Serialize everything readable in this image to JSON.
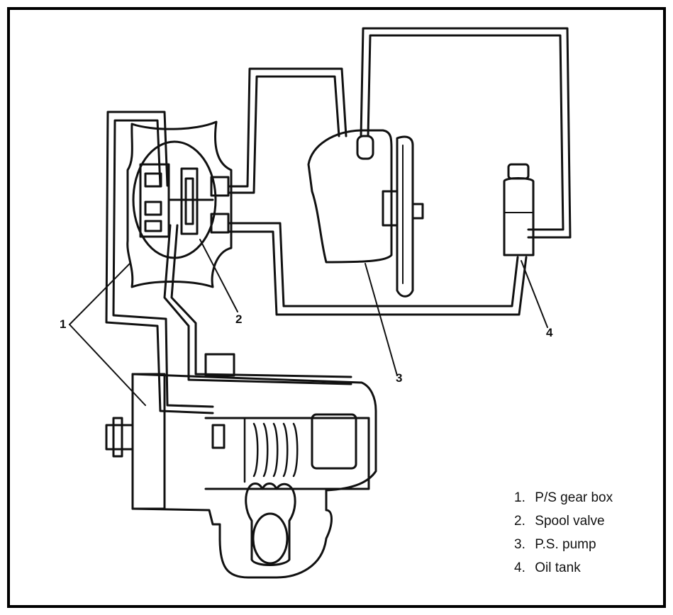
{
  "callouts": {
    "c1": "1",
    "c2": "2",
    "c3": "3",
    "c4": "4"
  },
  "legend": {
    "items": [
      {
        "num": "1.",
        "label": "P/S gear box"
      },
      {
        "num": "2.",
        "label": "Spool valve"
      },
      {
        "num": "3.",
        "label": "P.S. pump"
      },
      {
        "num": "4.",
        "label": "Oil tank"
      }
    ]
  }
}
